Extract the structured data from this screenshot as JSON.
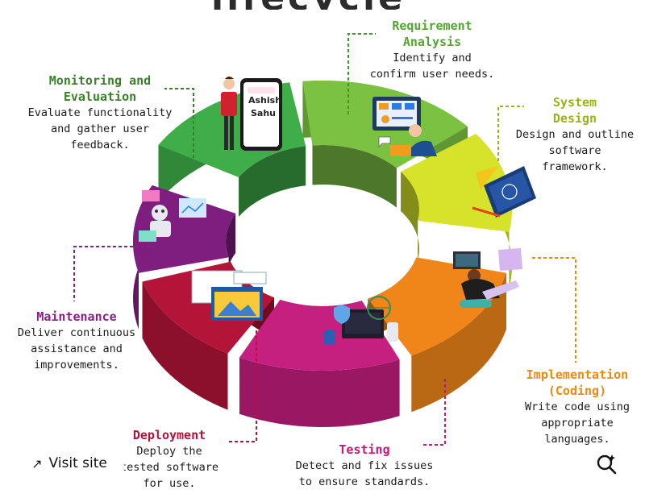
{
  "header": {
    "title_partial": "lifecycle"
  },
  "colors": {
    "requirement": "#7cc242",
    "design": "#d6e32a",
    "implementation": "#f08519",
    "testing": "#c51f7f",
    "deployment": "#b31437",
    "maintenance": "#7e1e7f",
    "monitoring": "#3fae49",
    "dash": "#3a9a2a"
  },
  "stages": [
    {
      "id": "requirement",
      "title1": "Requirement",
      "title2": "Analysis",
      "desc": [
        "Identify and",
        "confirm user needs."
      ],
      "color": "#52a62f"
    },
    {
      "id": "design",
      "title1": "System",
      "title2": "Design",
      "desc": [
        "Design and outline",
        "software",
        "framework."
      ],
      "color": "#9bb21a"
    },
    {
      "id": "implementation",
      "title1": "Implementation",
      "title2": "(Coding)",
      "desc": [
        "Write code using",
        "appropriate",
        "languages."
      ],
      "color": "#e98a13"
    },
    {
      "id": "testing",
      "title1": "Testing",
      "title2": "",
      "desc": [
        "Detect and fix issues",
        "to ensure standards."
      ],
      "color": "#c2187c"
    },
    {
      "id": "deployment",
      "title1": "Deployment",
      "title2": "",
      "desc": [
        "Deploy the",
        "tested software",
        "for use."
      ],
      "color": "#b8123a"
    },
    {
      "id": "maintenance",
      "title1": "Maintenance",
      "title2": "",
      "desc": [
        "Deliver continuous",
        "assistance and",
        "improvements."
      ],
      "color": "#8a1f86"
    },
    {
      "id": "monitoring",
      "title1": "Monitoring and",
      "title2": "Evaluation",
      "desc": [
        "Evaluate functionality",
        "and gather user",
        "feedback."
      ],
      "color": "#3b7f2b"
    }
  ],
  "phone_card": {
    "line1": "Ashish",
    "line2": "Sahu"
  },
  "overlay": {
    "visit_label": "Visit site",
    "visit_icon": "arrow-up-right-icon",
    "lens_icon": "visual-search-icon"
  }
}
